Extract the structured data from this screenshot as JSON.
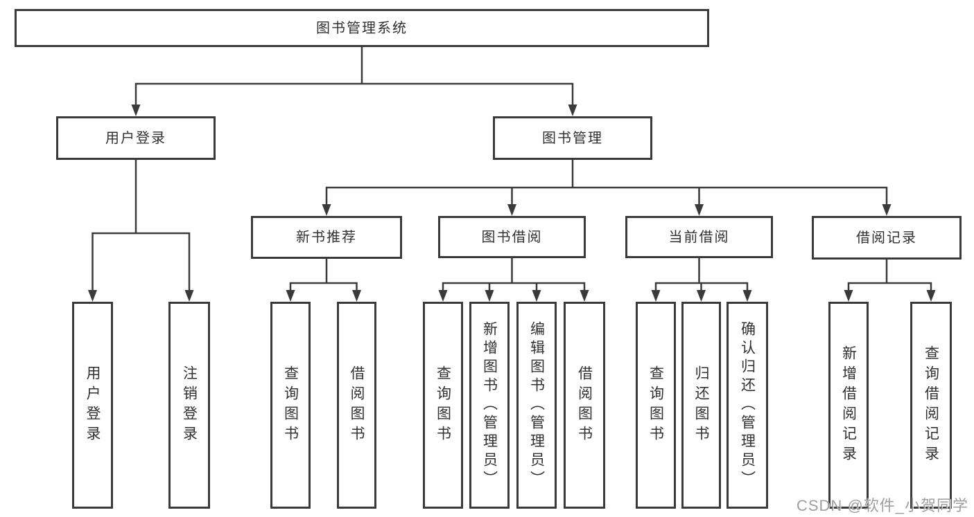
{
  "diagram": {
    "root": {
      "label": "图书管理系统"
    },
    "level2": {
      "user_login": {
        "label": "用户登录"
      },
      "book_mgmt": {
        "label": "图书管理"
      }
    },
    "level3": {
      "new_book": {
        "label": "新书推荐"
      },
      "book_borrow": {
        "label": "图书借阅"
      },
      "current_borrow": {
        "label": "当前借阅"
      },
      "borrow_record": {
        "label": "借阅记录"
      }
    },
    "leaves": {
      "user_login_leaf": {
        "label": "用户登录"
      },
      "logout": {
        "label": "注销登录"
      },
      "nb_search": {
        "label": "查询图书"
      },
      "nb_borrow": {
        "label": "借阅图书"
      },
      "bb_search": {
        "label": "查询图书"
      },
      "bb_add": {
        "label": "新增图书（管理员）"
      },
      "bb_edit": {
        "label": "编辑图书（管理员）"
      },
      "bb_borrow": {
        "label": "借阅图书"
      },
      "cb_search": {
        "label": "查询图书"
      },
      "cb_return": {
        "label": "归还图书"
      },
      "cb_confirm": {
        "label": "确认归还（管理员）"
      },
      "br_add": {
        "label": "新增借阅记录"
      },
      "br_search": {
        "label": "查询借阅记录"
      }
    }
  },
  "watermark": {
    "text": "CSDN @软件_小贺同学"
  }
}
